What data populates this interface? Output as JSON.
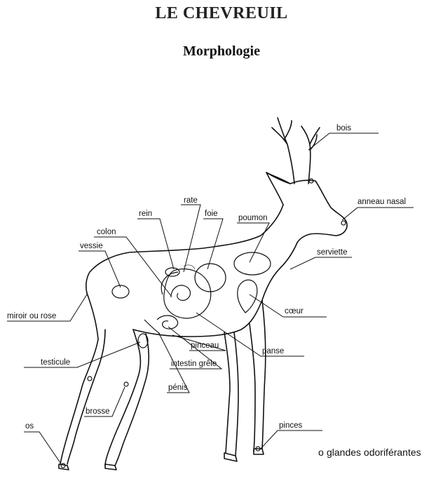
{
  "title": "LE CHEVREUIL",
  "subtitle": "Morphologie",
  "labels": {
    "bois": "bois",
    "anneau_nasal": "anneau nasal",
    "rate": "rate",
    "rein": "rein",
    "foie": "foie",
    "poumon": "poumon",
    "colon": "colon",
    "vessie": "vessie",
    "serviette": "serviette",
    "miroir": "miroir ou rose",
    "coeur": "cœur",
    "pinceau": "pinceau",
    "panse": "panse",
    "testicule": "testicule",
    "intestin": "intestin grêle",
    "penis": "pénis",
    "brosse": "brosse",
    "os": "os",
    "pinces": "pinces"
  },
  "legend": {
    "marker": "o",
    "text": "glandes odoriférantes"
  }
}
